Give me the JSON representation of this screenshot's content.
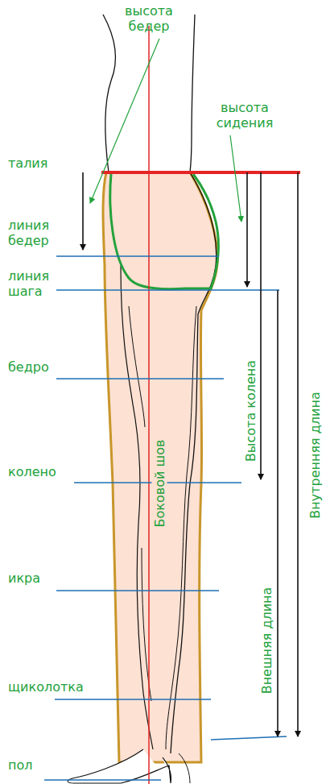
{
  "diagram": {
    "labels": [
      "высота бедер",
      "высота сидения",
      "талия",
      "линия бедер",
      "линия шага",
      "бедро",
      "колено",
      "икра",
      "щиколотка",
      "пол",
      "Боковой шов",
      "Высота колена",
      "Внешняя длина",
      "Внутренняя длина"
    ]
  }
}
